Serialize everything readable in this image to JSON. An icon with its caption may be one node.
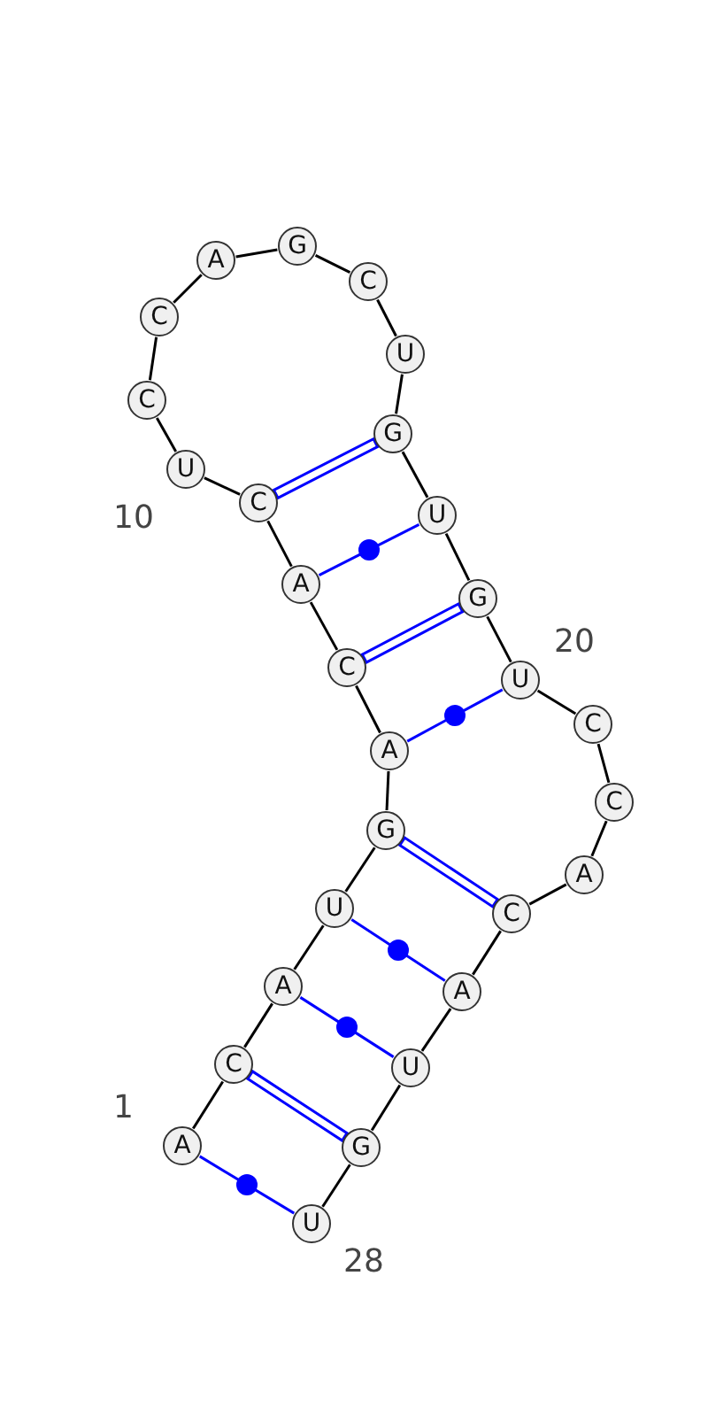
{
  "diagram": {
    "nodes": [
      {
        "text": [
          "A"
        ]
      },
      {
        "text": [
          "C"
        ]
      },
      {
        "text": [
          "A"
        ]
      },
      {
        "text": [
          "U"
        ]
      },
      {
        "text": [
          "G"
        ]
      },
      {
        "text": [
          "A"
        ]
      },
      {
        "text": [
          "C"
        ]
      },
      {
        "text": [
          "A"
        ]
      },
      {
        "text": [
          "C"
        ]
      },
      {
        "text": [
          "U"
        ]
      },
      {
        "text": [
          "C"
        ]
      },
      {
        "text": [
          "C"
        ]
      },
      {
        "text": [
          "A"
        ]
      },
      {
        "text": [
          "G"
        ]
      },
      {
        "text": [
          "C"
        ]
      },
      {
        "text": [
          "U"
        ]
      },
      {
        "text": [
          "G"
        ]
      },
      {
        "text": [
          "U"
        ]
      },
      {
        "text": [
          "G"
        ]
      },
      {
        "text": [
          "U"
        ]
      },
      {
        "text": [
          "C"
        ]
      },
      {
        "text": [
          "C"
        ]
      },
      {
        "text": [
          "A"
        ]
      },
      {
        "text": [
          "C"
        ]
      },
      {
        "text": [
          "A"
        ]
      },
      {
        "text": [
          "U"
        ]
      },
      {
        "text": [
          "G"
        ]
      },
      {
        "text": [
          "U"
        ]
      }
    ],
    "edges": [
      {
        "from": 0,
        "to": 1,
        "arrow": "none"
      },
      {
        "from": 1,
        "to": 2,
        "arrow": "none"
      },
      {
        "from": 2,
        "to": 3,
        "arrow": "none"
      },
      {
        "from": 3,
        "to": 4,
        "arrow": "none"
      },
      {
        "from": 4,
        "to": 5,
        "arrow": "none"
      },
      {
        "from": 5,
        "to": 6,
        "arrow": "none"
      },
      {
        "from": 6,
        "to": 7,
        "arrow": "none"
      },
      {
        "from": 7,
        "to": 8,
        "arrow": "none"
      },
      {
        "from": 8,
        "to": 9,
        "arrow": "none"
      },
      {
        "from": 9,
        "to": 10,
        "arrow": "none"
      },
      {
        "from": 10,
        "to": 11,
        "arrow": "none"
      },
      {
        "from": 11,
        "to": 12,
        "arrow": "none"
      },
      {
        "from": 12,
        "to": 13,
        "arrow": "none"
      },
      {
        "from": 13,
        "to": 14,
        "arrow": "none"
      },
      {
        "from": 14,
        "to": 15,
        "arrow": "none"
      },
      {
        "from": 15,
        "to": 16,
        "arrow": "none"
      },
      {
        "from": 16,
        "to": 17,
        "arrow": "none"
      },
      {
        "from": 17,
        "to": 18,
        "arrow": "none"
      },
      {
        "from": 18,
        "to": 19,
        "arrow": "none"
      },
      {
        "from": 19,
        "to": 20,
        "arrow": "none"
      },
      {
        "from": 20,
        "to": 21,
        "arrow": "none"
      },
      {
        "from": 21,
        "to": 22,
        "arrow": "none"
      },
      {
        "from": 22,
        "to": 23,
        "arrow": "none"
      },
      {
        "from": 23,
        "to": 24,
        "arrow": "none"
      },
      {
        "from": 24,
        "to": 25,
        "arrow": "none"
      },
      {
        "from": 25,
        "to": 26,
        "arrow": "none"
      },
      {
        "from": 26,
        "to": 27,
        "arrow": "none"
      },
      {
        "from": 0,
        "to": 27,
        "arrow": "none",
        "color": "#0000ff"
      },
      {
        "from": 1,
        "to": 26,
        "arrow": "none",
        "color": "#0000ff"
      },
      {
        "from": 2,
        "to": 25,
        "arrow": "none",
        "color": "#0000ff"
      },
      {
        "from": 3,
        "to": 24,
        "arrow": "none",
        "color": "#0000ff"
      },
      {
        "from": 4,
        "to": 23,
        "arrow": "none",
        "color": "#0000ff"
      },
      {
        "from": 5,
        "to": 19,
        "arrow": "none",
        "color": "#0000ff"
      },
      {
        "from": 6,
        "to": 18,
        "arrow": "none",
        "color": "#0000ff"
      },
      {
        "from": 7,
        "to": 17,
        "arrow": "none",
        "color": "#0000ff"
      },
      {
        "from": 8,
        "to": 16,
        "arrow": "none",
        "color": "#0000ff"
      }
    ],
    "labels": [
      "10",
      "20",
      "1",
      "28"
    ]
  }
}
